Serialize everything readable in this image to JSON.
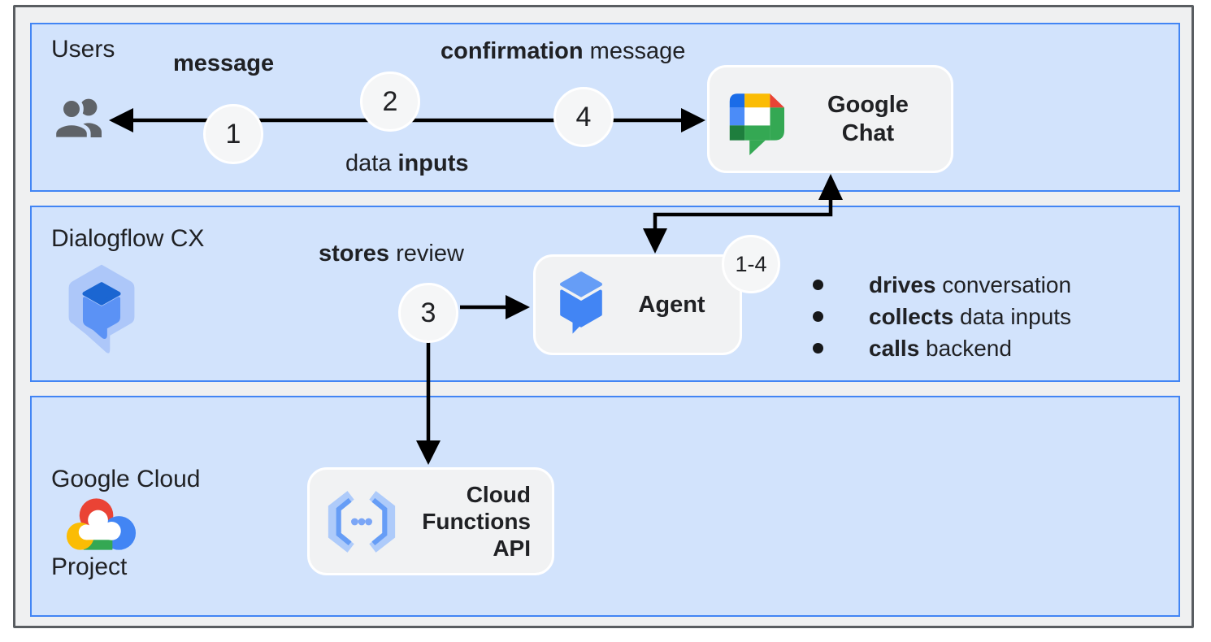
{
  "colors": {
    "band_fill": "#d2e3fc",
    "band_border": "#4285f4",
    "frame_fill": "#eff0f1",
    "frame_border": "#595d61",
    "node_fill": "#f1f2f3",
    "node_border": "#ffffff",
    "step_circle_fill": "#f5f6f7",
    "arrow": "#000000",
    "text": "#202124",
    "google_blue": "#4285f4",
    "google_red": "#ea4335",
    "google_yellow": "#fbbc04",
    "google_green": "#34a853"
  },
  "bands": {
    "users": {
      "title": "Users"
    },
    "dialogflow": {
      "title": "Dialogflow CX"
    },
    "gcp": {
      "title_line1": "Google Cloud",
      "title_line2": "Project"
    }
  },
  "flow_labels": {
    "message": {
      "bold": "message"
    },
    "confirmation": {
      "bold": "confirmation",
      "rest": " message"
    },
    "data_inputs": {
      "pre": "data ",
      "bold": "inputs"
    },
    "stores_review": {
      "bold": "stores",
      "rest": " review"
    }
  },
  "steps": {
    "s1": "1",
    "s2": "2",
    "s3": "3",
    "s4": "4",
    "range": "1-4"
  },
  "nodes": {
    "google_chat": {
      "line1": "Google",
      "line2": "Chat"
    },
    "agent": {
      "label": "Agent"
    },
    "cloud_functions": {
      "line1": "Cloud",
      "line2": "Functions",
      "line3": "API"
    }
  },
  "agent_bullets": [
    {
      "bold": "drives",
      "rest": " conversation"
    },
    {
      "bold": "collects",
      "rest": " data inputs"
    },
    {
      "bold": "calls",
      "rest": " backend"
    }
  ]
}
